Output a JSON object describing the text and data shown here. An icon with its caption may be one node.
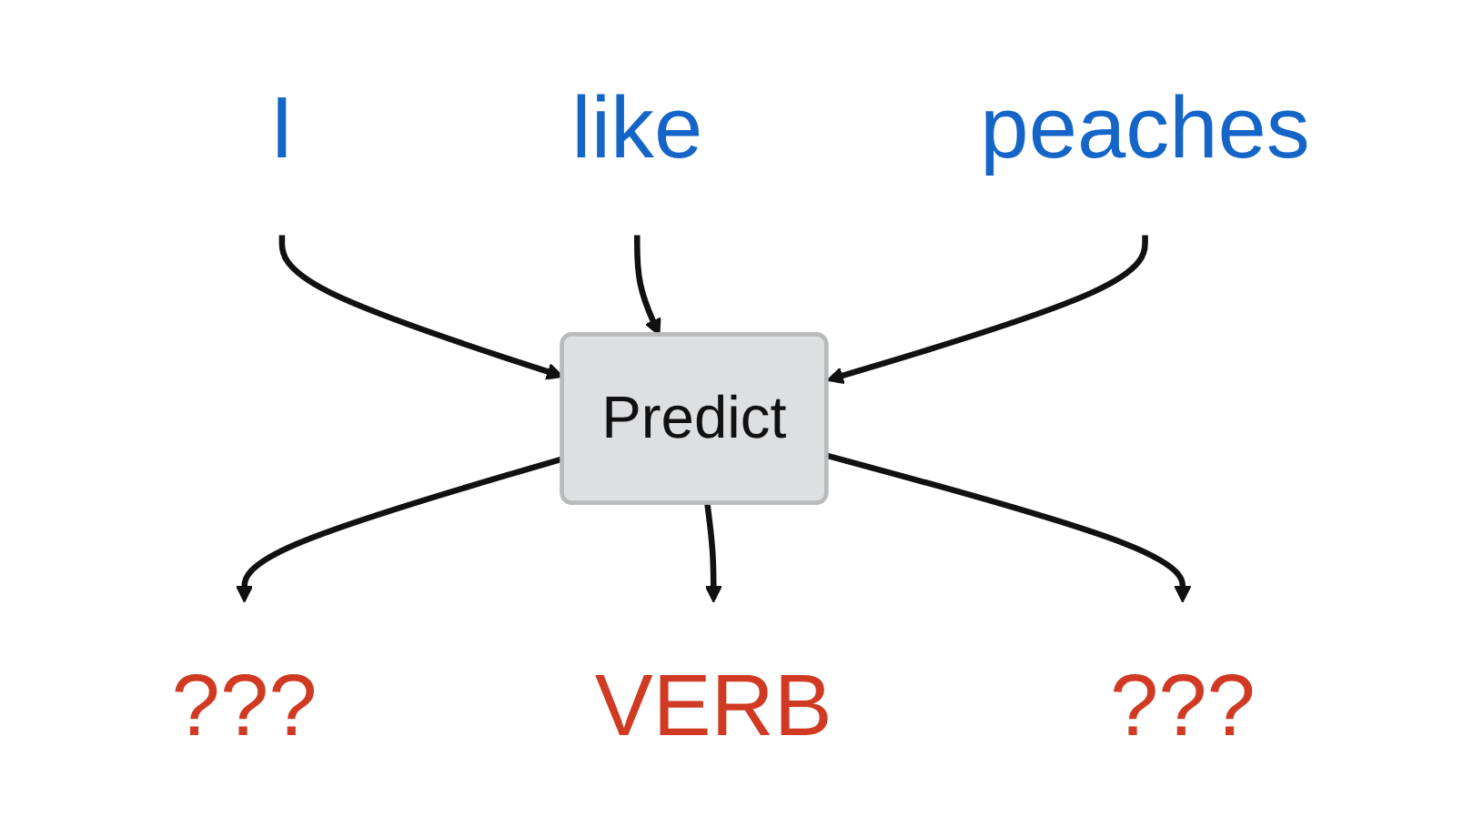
{
  "diagram": {
    "nodes": [
      {
        "text": [
          "I"
        ]
      },
      {
        "text": [
          "like"
        ]
      },
      {
        "text": [
          "peaches"
        ]
      },
      {
        "text": [
          "Predict"
        ]
      },
      {
        "text": [
          "???"
        ]
      },
      {
        "text": [
          "VERB"
        ]
      },
      {
        "text": [
          "???"
        ]
      }
    ],
    "edges": [
      {
        "from": 0,
        "to": 3,
        "arrow": "to"
      },
      {
        "from": 1,
        "to": 3,
        "arrow": "to"
      },
      {
        "from": 2,
        "to": 3,
        "arrow": "to"
      },
      {
        "from": 3,
        "to": 4,
        "arrow": "to"
      },
      {
        "from": 3,
        "to": 5,
        "arrow": "to"
      },
      {
        "from": 3,
        "to": 6,
        "arrow": "to"
      }
    ]
  }
}
